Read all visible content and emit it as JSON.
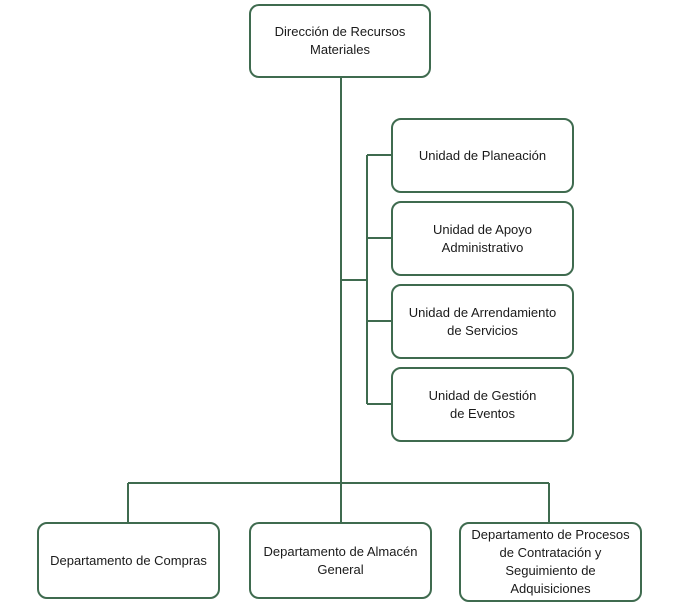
{
  "org_chart": {
    "director": {
      "label": "Dirección de Recursos\nMateriales"
    },
    "units": [
      {
        "label": "Unidad de Planeación"
      },
      {
        "label": "Unidad de Apoyo\nAdministrativo"
      },
      {
        "label": "Unidad de Arrendamiento\nde Servicios"
      },
      {
        "label": "Unidad de Gestión\nde Eventos"
      }
    ],
    "departments": [
      {
        "label": "Departamento de Compras"
      },
      {
        "label": "Departamento de Almacén\nGeneral"
      },
      {
        "label": "Departamento de Procesos\nde Contratación y\nSeguimiento de\nAdquisiciones"
      }
    ]
  },
  "colors": {
    "box_border": "#3f6b4f",
    "connector": "#3f6b4f",
    "text": "#1a1a1a"
  }
}
